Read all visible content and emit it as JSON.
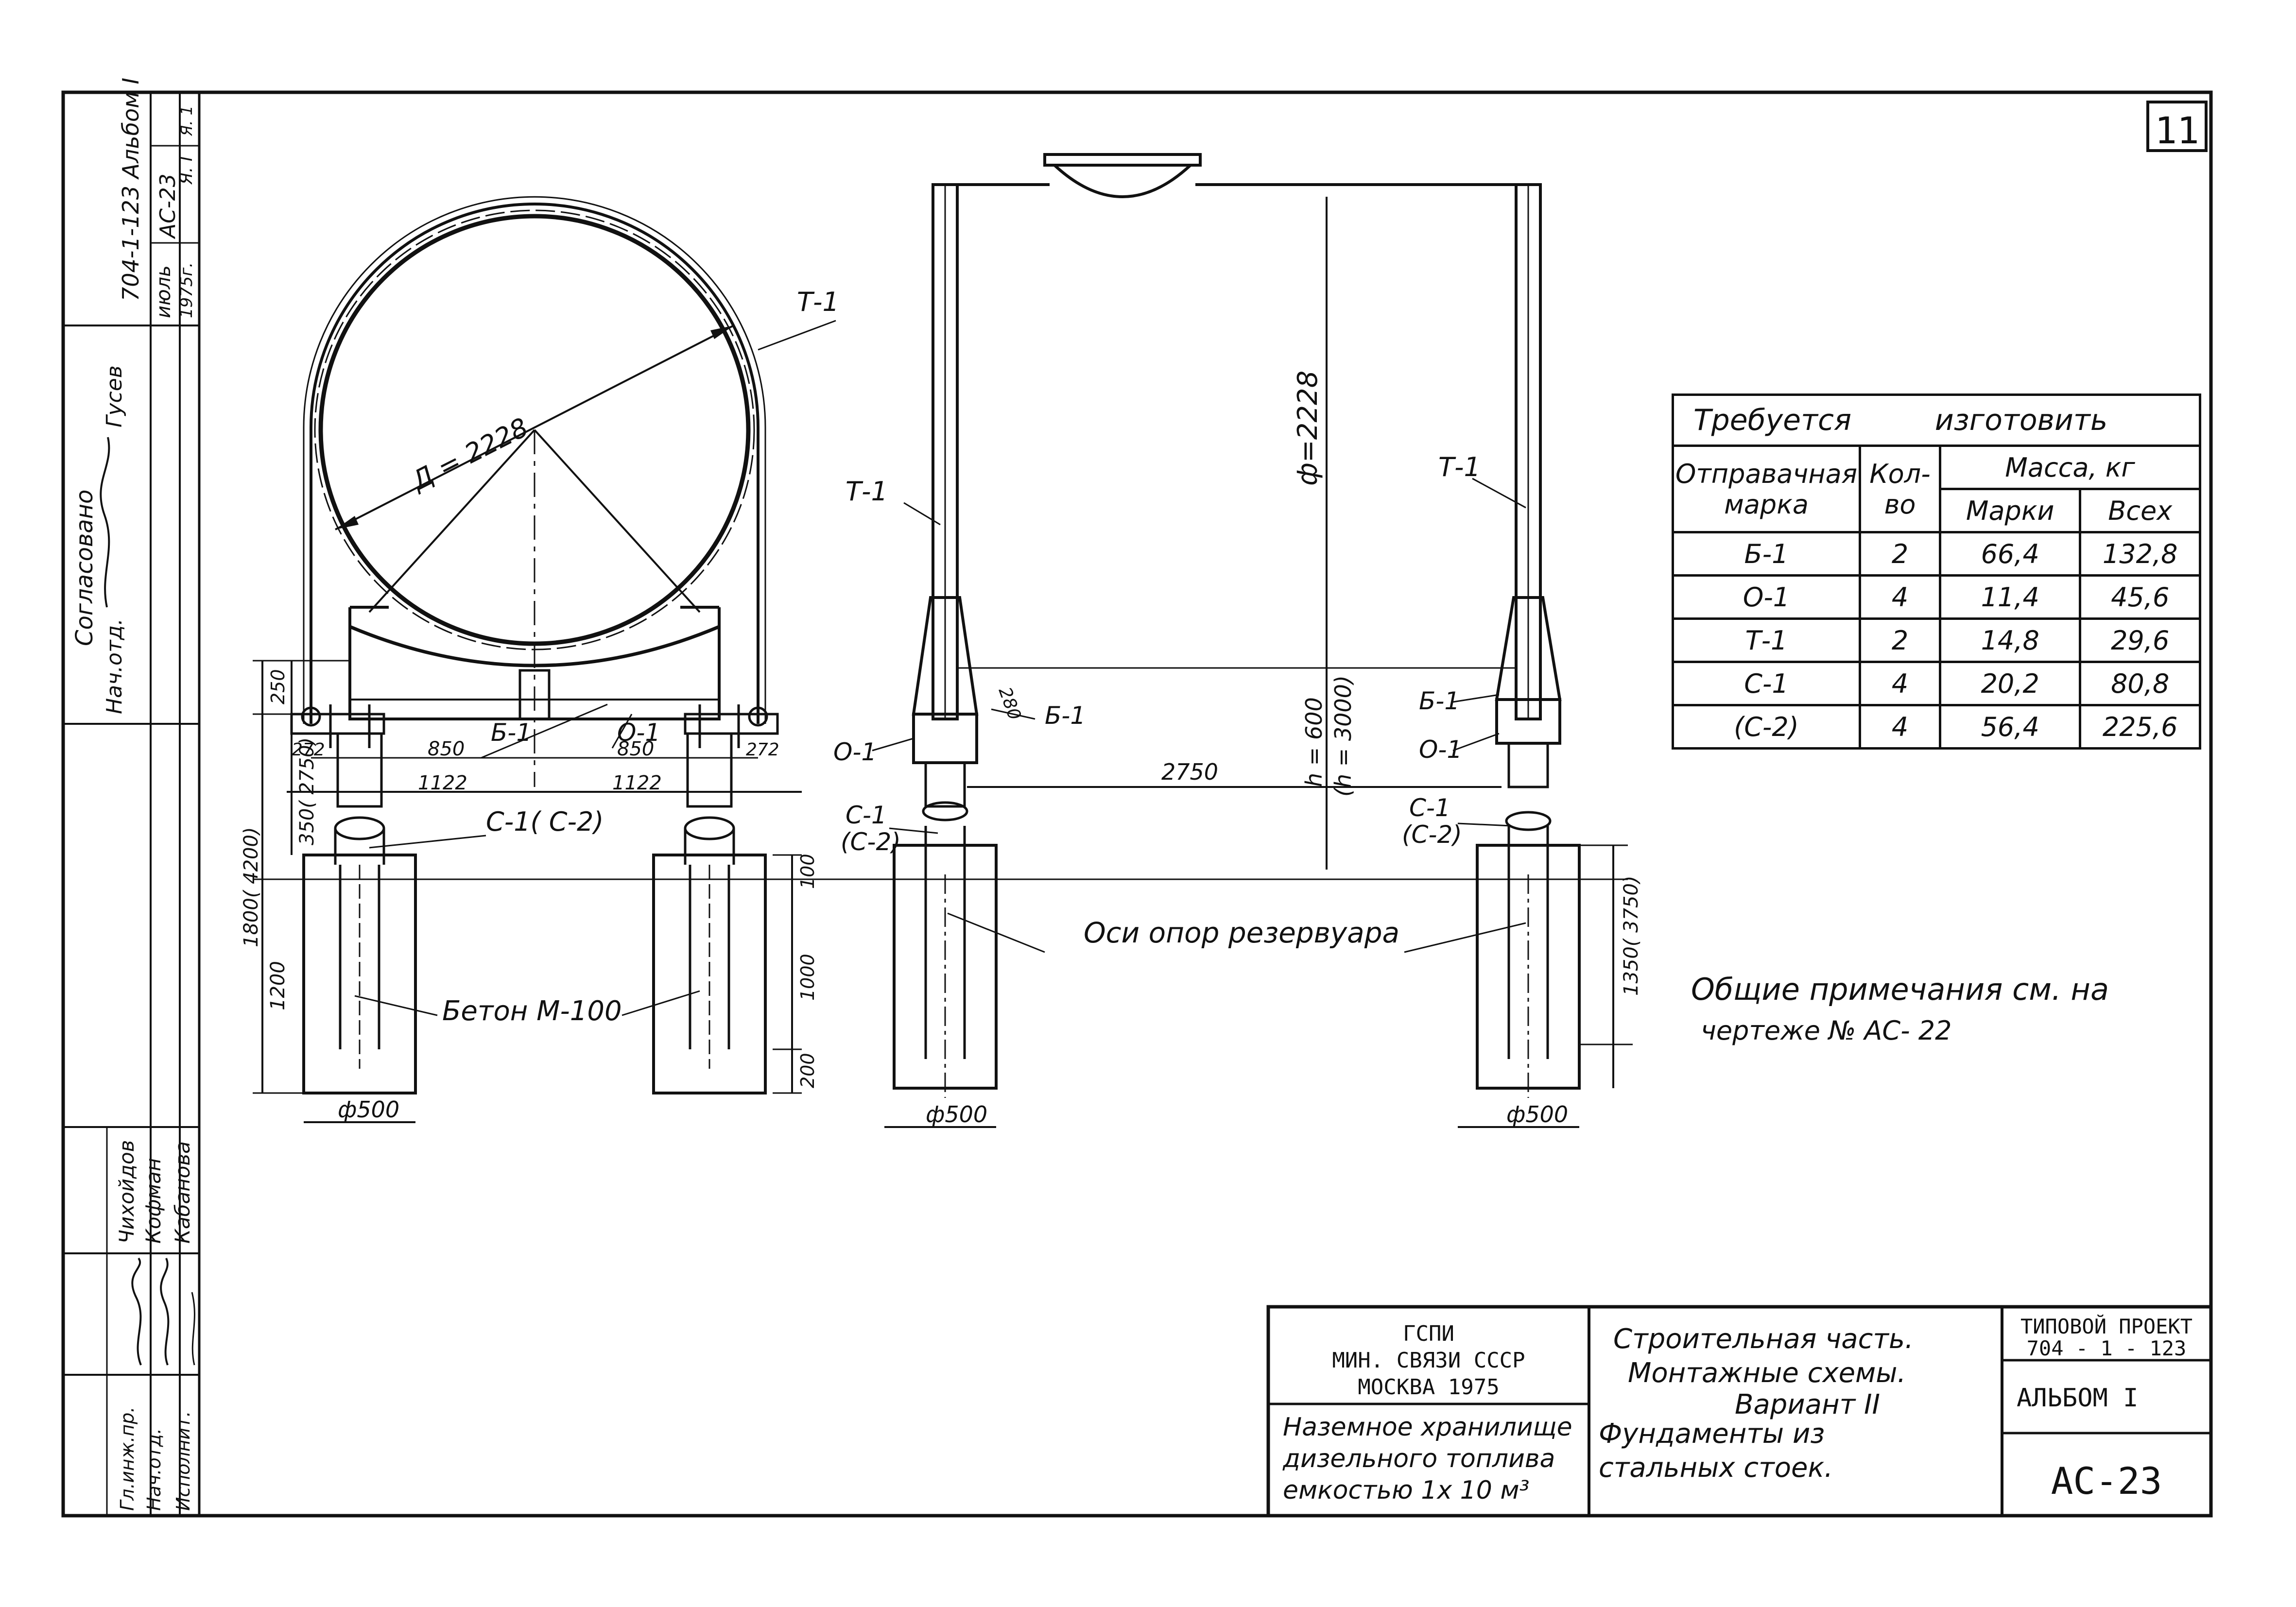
{
  "sheet_number": "11",
  "labels": {
    "t1": "Т-1",
    "b1": "Б-1",
    "o1": "О-1",
    "c1": "С-1",
    "c1c2": "С-1( С-2)",
    "c2_paren": "(С-2)",
    "diameter_d": "Д = 2228",
    "phi_2228": "ф=2228",
    "beton": "Бетон  М-100",
    "osi": "Оси  опор  резервуара",
    "phi500": "ф500"
  },
  "dimensions": {
    "d250": "250",
    "d272": "272",
    "d850": "850",
    "d1122": "1122",
    "d350_2750": "350( 2750)",
    "d1800_4200": "1800( 4200)",
    "d1200": "1200",
    "d100": "100",
    "d1000": "1000",
    "d200": "200",
    "d2750": "2750",
    "d280": "280",
    "h600": "h = 600",
    "h3000": "(h = 3000)",
    "d1350_3750": "1350( 3750)"
  },
  "table": {
    "title_left": "Требуется",
    "title_right": "изготовить",
    "col_mark": "Отправачная марка",
    "col_qty": "Кол-во",
    "col_mass": "Масса, кг",
    "col_mass_mark": "Марки",
    "col_mass_all": "Всех",
    "rows": [
      {
        "mark": "Б-1",
        "qty": "2",
        "unit": "66,4",
        "total": "132,8"
      },
      {
        "mark": "О-1",
        "qty": "4",
        "unit": "11,4",
        "total": "45,6"
      },
      {
        "mark": "Т-1",
        "qty": "2",
        "unit": "14,8",
        "total": "29,6"
      },
      {
        "mark": "С-1",
        "qty": "4",
        "unit": "20,2",
        "total": "80,8"
      },
      {
        "mark": "(С-2)",
        "qty": "4",
        "unit": "56,4",
        "total": "225,6"
      }
    ]
  },
  "notes": {
    "line1": "Общие  примечания  см. на",
    "line2": "чертеже  № АС- 22"
  },
  "left_strip": {
    "album": "704-1-123 Альбом I",
    "month": "июль",
    "year": "1975г.",
    "code": "АС-23",
    "sheet_ref": "Я. I",
    "sheet_ref2": "Я. 1",
    "agreed": "Согласовано",
    "dept_head": "Нач.отд.",
    "agreed_name": "Гусев",
    "s1_name": "Чихойдов",
    "s2_name": "Кофман",
    "s3_name": "Кабанова",
    "r1_title": "Гл.инж.пр.",
    "r2_title": "Нач.отд.",
    "r3_title": "Исполнит."
  },
  "title_block": {
    "org1": "ГСПИ",
    "org2": "МИН. СВЯЗИ СССР",
    "org3": "МОСКВА  1975",
    "obj1": "Наземное  хранилище",
    "obj2": "дизельного  топлива",
    "obj3": "емкостью       1х 10 м³",
    "desc1": "Строительная  часть.",
    "desc2": "Монтажные  схемы.",
    "desc3": "Вариант  II",
    "desc4": "Фундаменты  из",
    "desc5": "стальных    стоек.",
    "proj1": "ТИПОВОЙ ПРОЕКТ",
    "proj2": "704 - 1 - 123",
    "album": "АЛЬБОМ  I",
    "code": "АС-23"
  }
}
